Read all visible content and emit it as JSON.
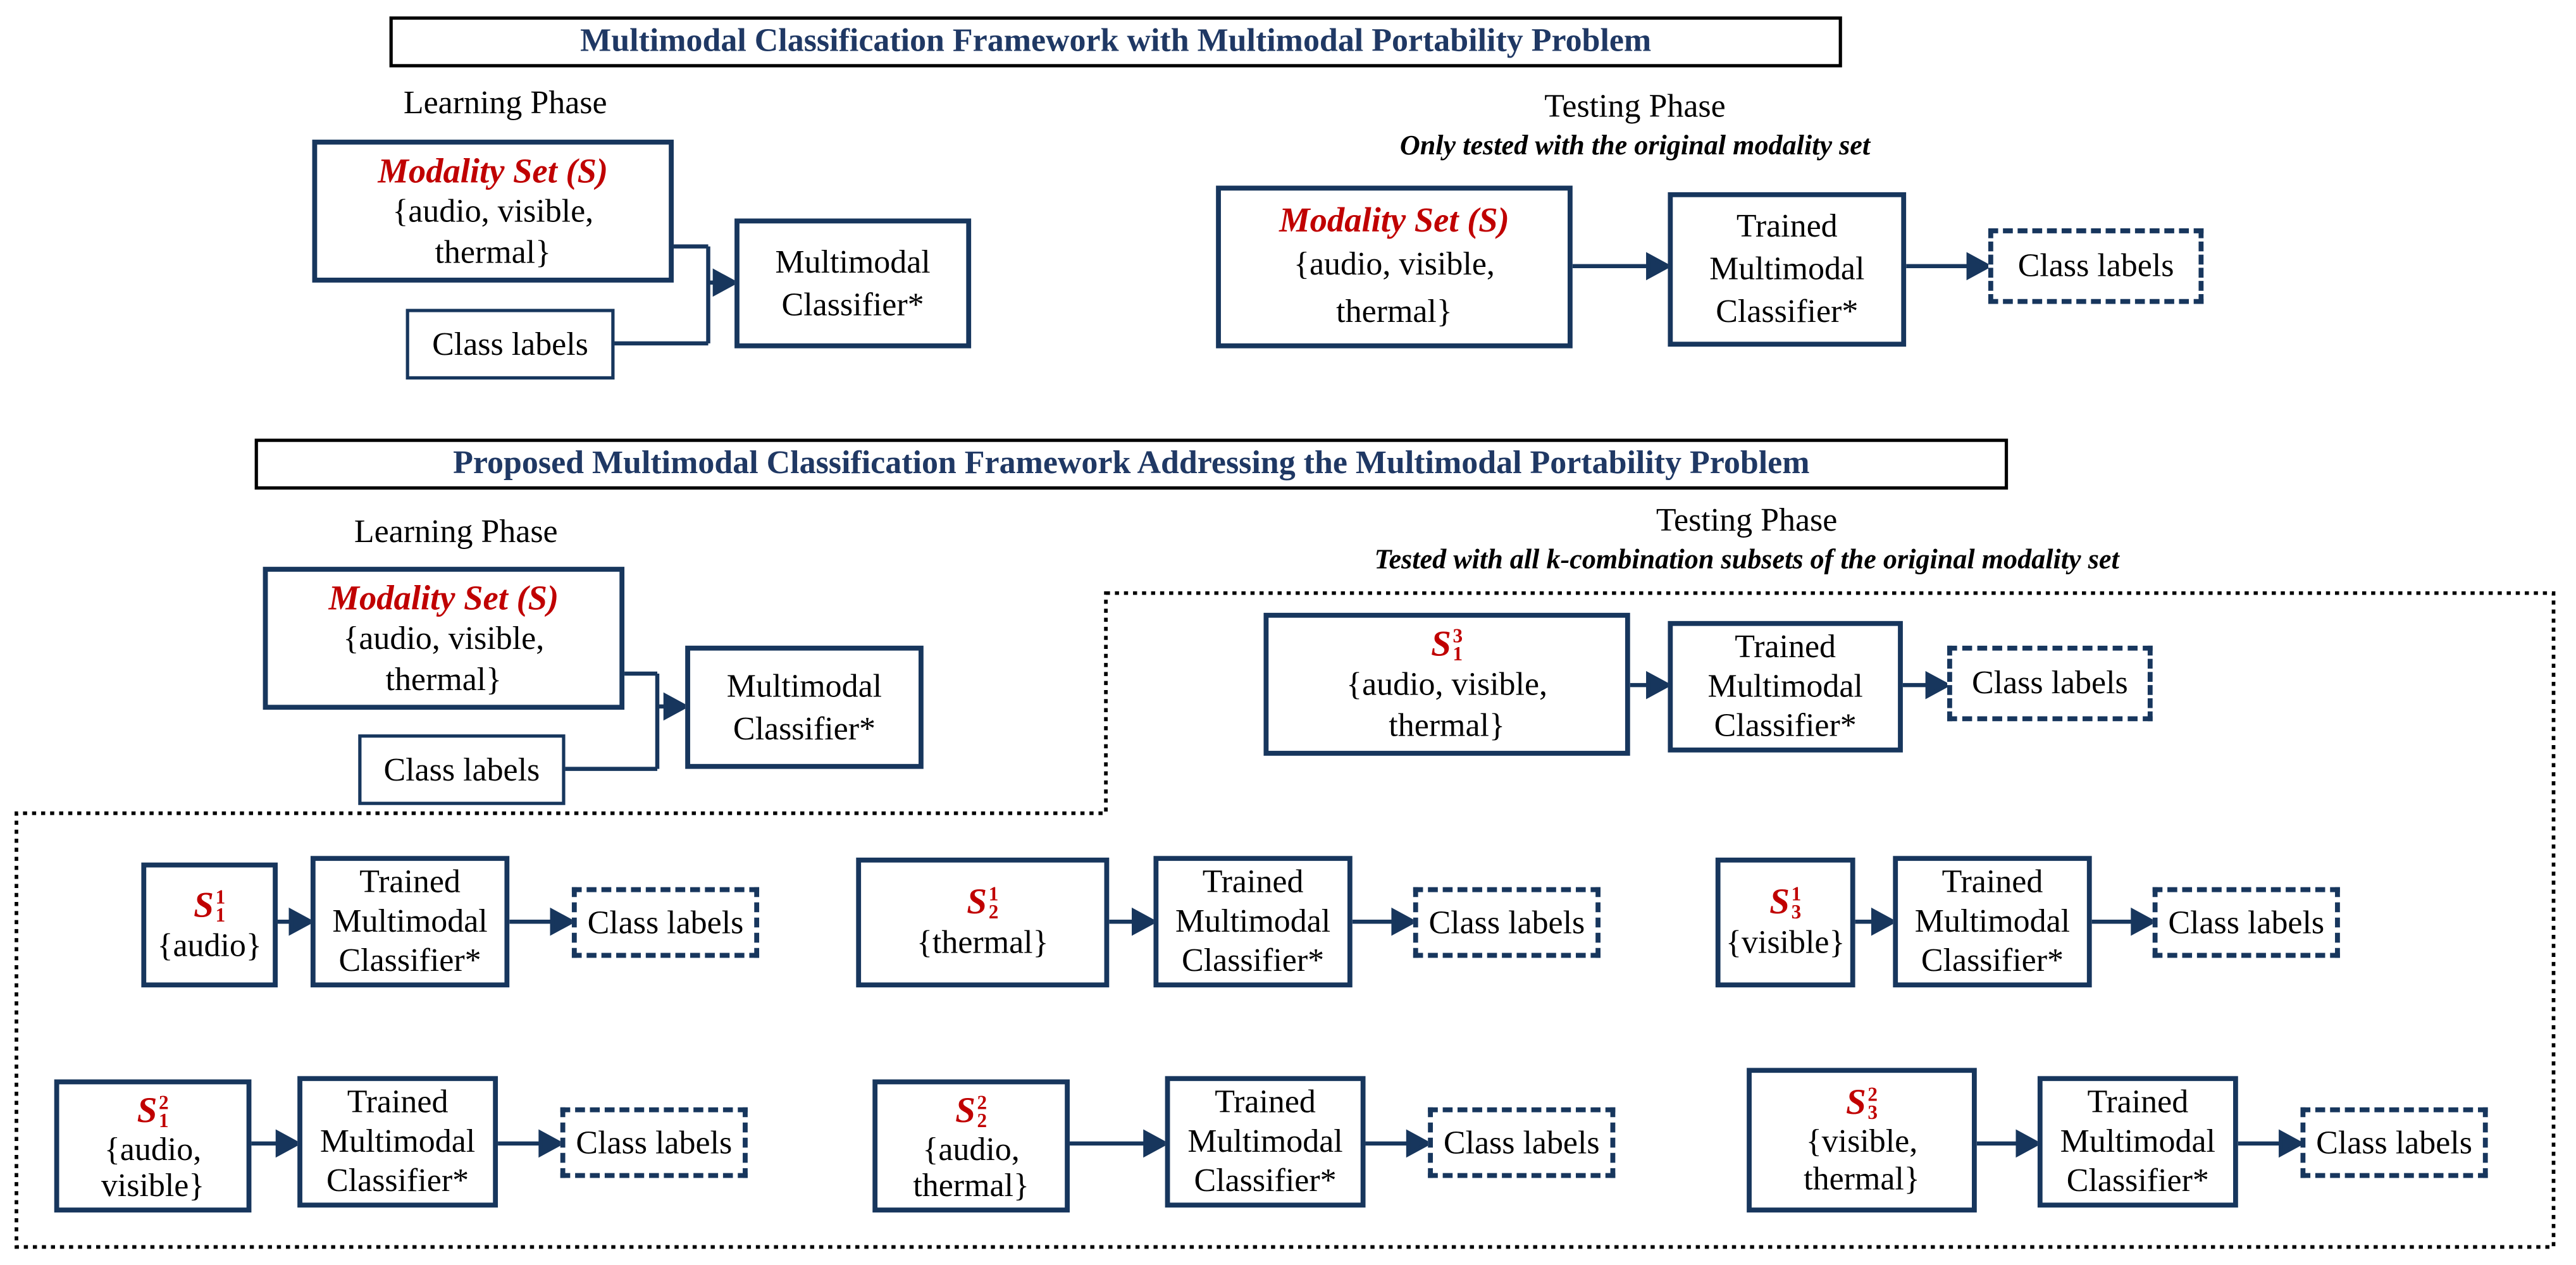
{
  "colors": {
    "navy_border": "#17365D",
    "navy_title": "#1F3864",
    "red_accent": "#C00000",
    "region_dots": "#000000"
  },
  "labels": {
    "modality": {
      "title": "Modality Set (S)",
      "line1": "{audio, visible,",
      "line2": "thermal}"
    },
    "class_labels": "Class labels",
    "mm": [
      "Multimodal",
      "Classifier*"
    ],
    "trained": [
      "Trained",
      "Multimodal",
      "Classifier*"
    ]
  },
  "top": {
    "title": "Multimodal Classification Framework with Multimodal Portability Problem",
    "learning": {
      "heading": "Learning Phase"
    },
    "testing": {
      "heading": "Testing Phase",
      "sub": "Only tested with the original modality set"
    }
  },
  "proposed": {
    "title": "Proposed Multimodal Classification Framework Addressing the Multimodal Portability Problem",
    "learning": {
      "heading": "Learning Phase"
    },
    "testing": {
      "heading": "Testing Phase",
      "sub": "Tested with all k-combination subsets of the original modality set"
    }
  },
  "units": [
    {
      "sym": "S",
      "sup": "3",
      "sub": "1",
      "set": [
        "{audio, visible,",
        "thermal}"
      ]
    },
    {
      "sym": "S",
      "sup": "1",
      "sub": "1",
      "set": [
        "{audio}",
        ""
      ]
    },
    {
      "sym": "S",
      "sup": "1",
      "sub": "2",
      "set": [
        "{thermal}",
        ""
      ]
    },
    {
      "sym": "S",
      "sup": "1",
      "sub": "3",
      "set": [
        "{visible}",
        ""
      ]
    },
    {
      "sym": "S",
      "sup": "2",
      "sub": "1",
      "set": [
        "{audio,",
        "visible}"
      ]
    },
    {
      "sym": "S",
      "sup": "2",
      "sub": "2",
      "set": [
        "{audio,",
        "thermal}"
      ]
    },
    {
      "sym": "S",
      "sup": "2",
      "sub": "3",
      "set": [
        "{visible,",
        "thermal}"
      ]
    }
  ]
}
